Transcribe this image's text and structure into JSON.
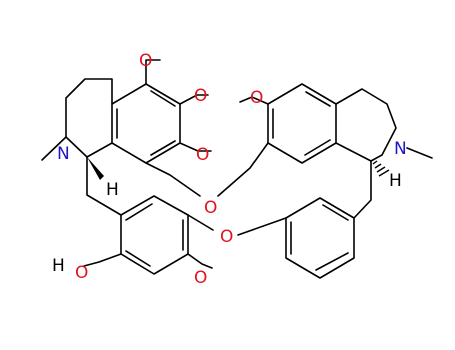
{
  "diagram": {
    "type": "skeletal-structure",
    "colors": {
      "bond": "#000000",
      "oxygen": "#e0141e",
      "nitrogen": "#1e14c8",
      "carbon_label": "#000000",
      "background": "#ffffff"
    },
    "labels": {
      "o_bridge_1": "O",
      "o_bridge_2": "O",
      "o_ome_right": "O",
      "o_ome_top_1": "O",
      "o_ome_top_2": "O",
      "o_ome_top_3": "O",
      "o_ome_bottom": "O",
      "o_hydroxyl": "O",
      "h_hydroxyl": "H",
      "n_left": "N",
      "n_right": "N",
      "h_left_stereo": "H",
      "h_right_stereo": "H"
    }
  }
}
